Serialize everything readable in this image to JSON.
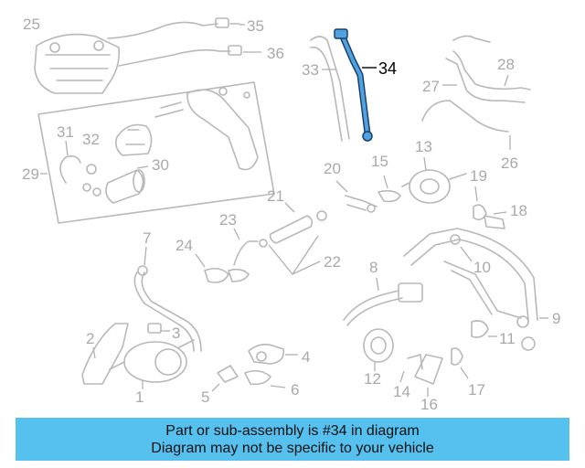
{
  "diagram": {
    "highlighted_part": "34",
    "callouts": [
      "1",
      "2",
      "3",
      "4",
      "5",
      "6",
      "7",
      "8",
      "9",
      "10",
      "11",
      "12",
      "13",
      "14",
      "15",
      "16",
      "17",
      "18",
      "19",
      "20",
      "21",
      "22",
      "23",
      "24",
      "25",
      "26",
      "27",
      "28",
      "29",
      "30",
      "31",
      "32",
      "33",
      "34",
      "35",
      "36"
    ],
    "colors": {
      "highlight": "#4da3e0",
      "parts": "#b8b8b8",
      "labels": "#a9a9a9",
      "banner": "#56c0ee"
    }
  },
  "banner": {
    "line1": "Part or sub-assembly is #34 in diagram",
    "line2": "Diagram may not be specific to your vehicle"
  }
}
